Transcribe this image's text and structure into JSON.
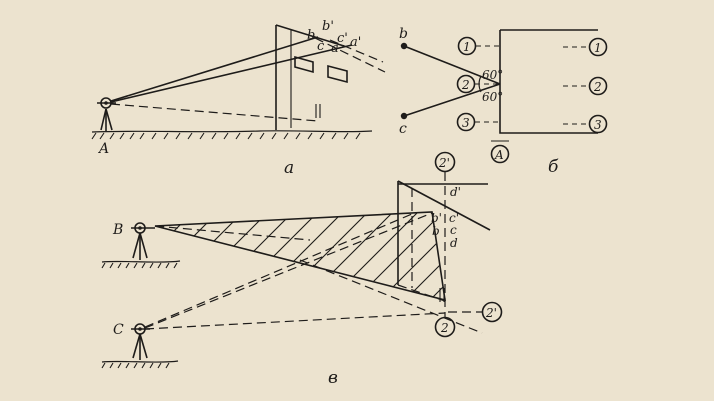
{
  "panels": {
    "a": {
      "caption": "а",
      "station": "A",
      "points": {
        "b": "b",
        "b_prime": "b'",
        "c_prime": "c'",
        "a_prime": "a'",
        "c": "c",
        "a": "a"
      }
    },
    "b": {
      "caption": "б",
      "point_b": "b",
      "point_c": "c",
      "angle_top": "60°",
      "angle_bottom": "60°",
      "station": "A",
      "left_axes": [
        "1",
        "2",
        "3"
      ],
      "right_axes": [
        "1",
        "2",
        "3"
      ]
    },
    "c": {
      "caption": "в",
      "station_top": "B",
      "station_bottom": "C",
      "axis_top": "2'",
      "axis_bottom": "2",
      "axis_right": "2'",
      "points": {
        "d_prime": "d'",
        "b_prime": "b'",
        "c_prime": "c'",
        "b": "b",
        "c": "c",
        "d": "d"
      }
    }
  }
}
